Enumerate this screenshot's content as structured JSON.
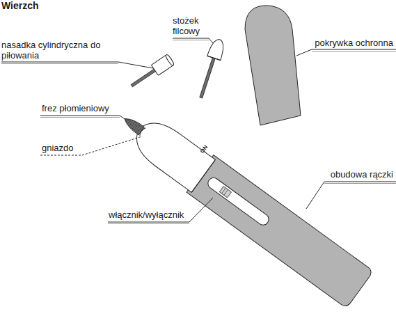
{
  "diagram": {
    "title": "Wierzch",
    "labels": [
      "stożek filcowy",
      "pokrywka ochronna",
      "nasadka cylindryczna do piłowania",
      "frez płomieniowy",
      "gniazdo",
      "ON",
      "włącznik/wyłącznik",
      "obudowa rączki"
    ]
  }
}
